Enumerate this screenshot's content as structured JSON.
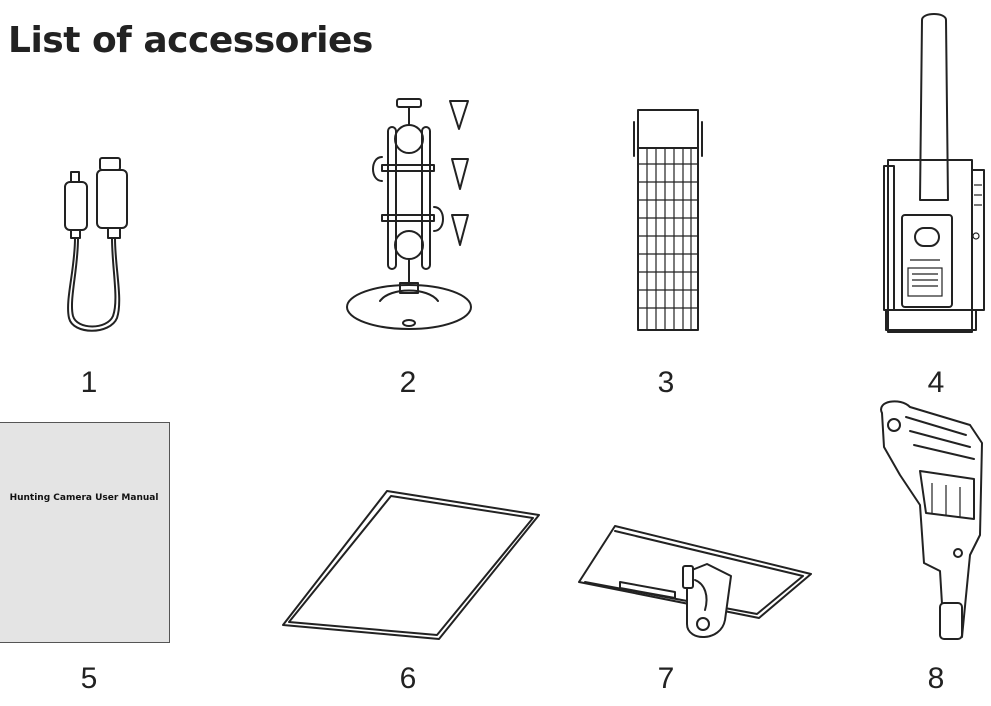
{
  "page": {
    "title": "List of accessories"
  },
  "accessories": [
    {
      "number": "1",
      "icon": "usb-cable-icon"
    },
    {
      "number": "2",
      "icon": "mounting-bracket-icon"
    },
    {
      "number": "3",
      "icon": "strap-icon"
    },
    {
      "number": "4",
      "icon": "hunting-camera-icon"
    },
    {
      "number": "5",
      "icon": "user-manual-icon",
      "cover_text": "Hunting Camera User Manual"
    },
    {
      "number": "6",
      "icon": "flat-plate-icon"
    },
    {
      "number": "7",
      "icon": "plate-mount-icon"
    },
    {
      "number": "8",
      "icon": "clamp-mount-icon"
    }
  ]
}
